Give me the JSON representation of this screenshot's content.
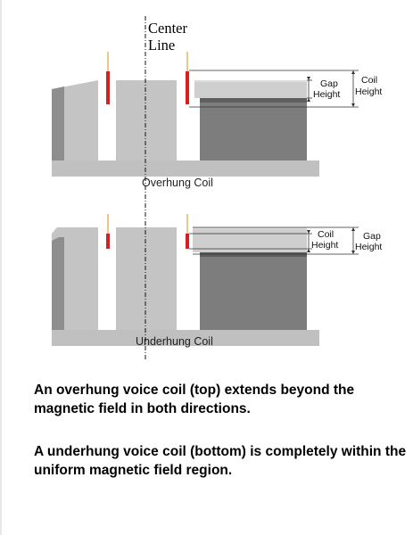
{
  "center_line_label": [
    "Center",
    "Line"
  ],
  "top_diagram": {
    "caption": "Overhung Coil",
    "inner_dimension": [
      "Gap",
      "Height"
    ],
    "outer_dimension": [
      "Coil",
      "Height"
    ]
  },
  "bottom_diagram": {
    "caption": "Underhung Coil",
    "inner_dimension": [
      "Coil",
      "Height"
    ],
    "outer_dimension": [
      "Gap",
      "Height"
    ]
  },
  "description": [
    "An overhung voice coil (top) extends beyond the magnetic field in both directions.",
    "A underhung voice coil  (bottom) is completely within the uniform magnetic field region."
  ],
  "colors": {
    "coil": "#d42020",
    "lead": "#e8c98a",
    "steel_light": "#c8c8c8",
    "steel_mid": "#a9a9a9",
    "steel_dark": "#7d7d7d"
  }
}
